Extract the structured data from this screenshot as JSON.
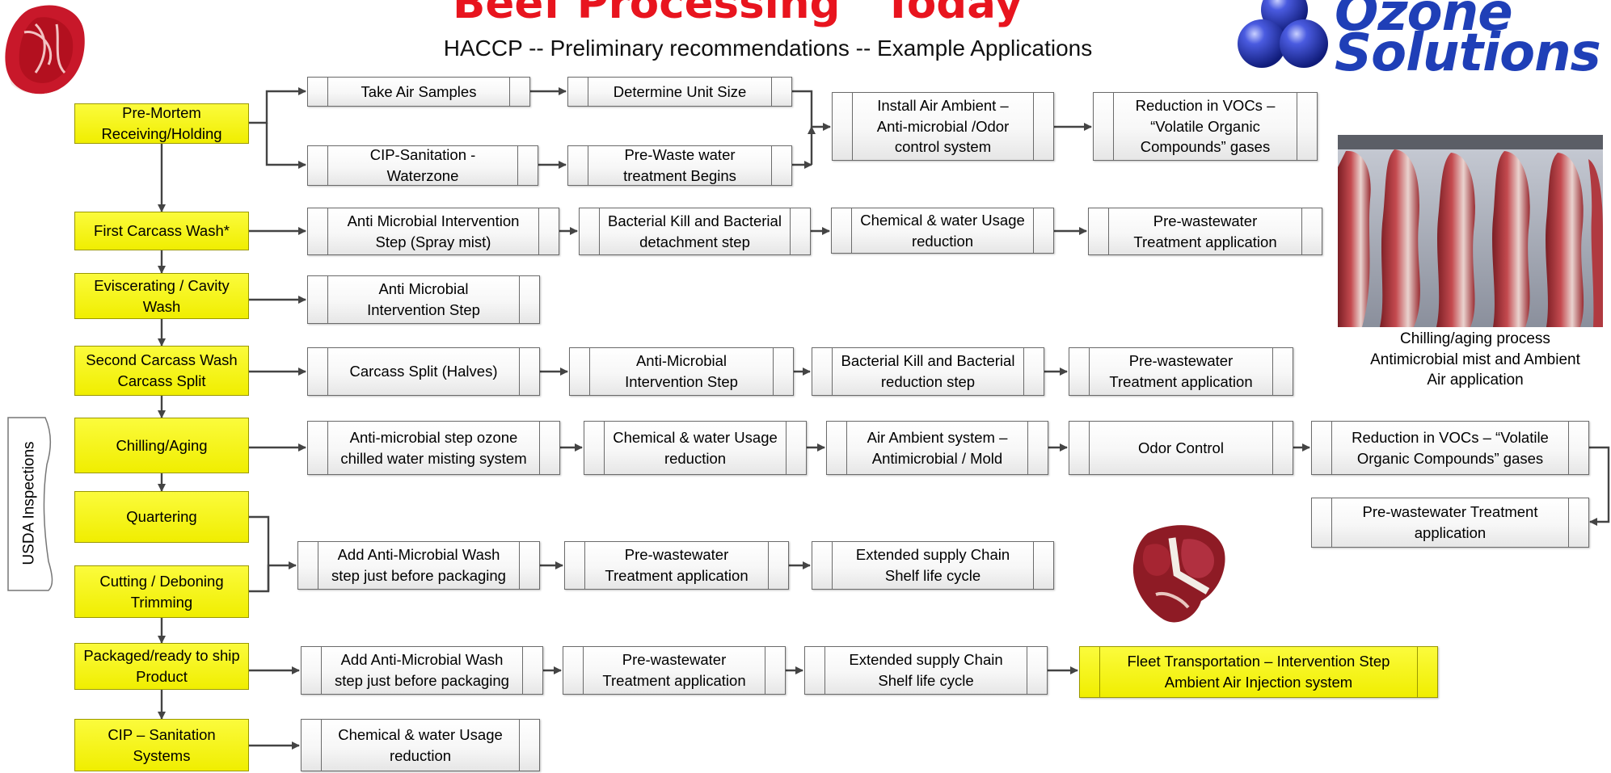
{
  "header": {
    "title": "Beef Processing “Today”",
    "subtitle": "HACCP -- Preliminary recommendations -- Example Applications"
  },
  "logo": {
    "line1": "Ozone",
    "line2": "Solutions",
    "colors": {
      "text": "#1f3fb7",
      "sphere": "#2b3fc4"
    }
  },
  "side_label": "USDA Inspections",
  "photo_caption": "Chilling/aging process\nAntimicrobial mist and Ambient\nAir application",
  "colors": {
    "title": "#e8141e",
    "stage_fill": "#f5f318",
    "arrow": "#444444"
  },
  "stages": [
    {
      "label": "Pre-Mortem\nReceiving/Holding"
    },
    {
      "label": "First Carcass Wash*"
    },
    {
      "label": "Eviscerating / Cavity\nWash"
    },
    {
      "label": "Second Carcass Wash\nCarcass Split"
    },
    {
      "label": "Chilling/Aging"
    },
    {
      "label": "Quartering"
    },
    {
      "label": "Cutting / Deboning\nTrimming"
    },
    {
      "label": "Packaged/ready to ship\nProduct"
    },
    {
      "label": "CIP – Sanitation\nSystems"
    }
  ],
  "steps": {
    "pre_mortem": [
      {
        "label": "Take Air Samples"
      },
      {
        "label": "Determine Unit Size"
      },
      {
        "label": "CIP-Sanitation -\nWaterzone"
      },
      {
        "label": "Pre-Waste water\ntreatment Begins"
      },
      {
        "label": "Install Air Ambient –\nAnti-microbial /Odor\ncontrol system"
      },
      {
        "label": "Reduction in VOCs –\n“Volatile Organic\nCompounds”  gases"
      }
    ],
    "first_wash": [
      {
        "label": "Anti Microbial Intervention\nStep (Spray mist)"
      },
      {
        "label": "Bacterial Kill and Bacterial\ndetachment step"
      },
      {
        "label": "Chemical & water Usage\nreduction"
      },
      {
        "label": "Pre-wastewater\nTreatment application"
      }
    ],
    "eviscerating": [
      {
        "label": "Anti Microbial\nIntervention Step"
      }
    ],
    "second_wash": [
      {
        "label": "Carcass Split (Halves)"
      },
      {
        "label": "Anti-Microbial\nIntervention Step"
      },
      {
        "label": "Bacterial Kill and Bacterial\nreduction step"
      },
      {
        "label": "Pre-wastewater\nTreatment application"
      }
    ],
    "chilling": [
      {
        "label": "Anti-microbial step ozone\nchilled water misting system"
      },
      {
        "label": "Chemical & water Usage\nreduction"
      },
      {
        "label": "Air Ambient system –\nAntimicrobial / Mold"
      },
      {
        "label": "Odor Control"
      },
      {
        "label": "Reduction in VOCs – “Volatile\nOrganic Compounds”  gases"
      },
      {
        "label": "Pre-wastewater Treatment\napplication"
      }
    ],
    "cutting": [
      {
        "label": "Add Anti-Microbial Wash\nstep just before packaging"
      },
      {
        "label": "Pre-wastewater\nTreatment application"
      },
      {
        "label": "Extended supply Chain\nShelf life cycle"
      }
    ],
    "packaged": [
      {
        "label": "Add Anti-Microbial Wash\nstep just before packaging"
      },
      {
        "label": "Pre-wastewater\nTreatment application"
      },
      {
        "label": "Extended supply Chain\nShelf life cycle"
      },
      {
        "label": "Fleet Transportation – Intervention Step\nAmbient Air Injection system"
      }
    ],
    "cip": [
      {
        "label": "Chemical & water Usage\nreduction"
      }
    ]
  }
}
